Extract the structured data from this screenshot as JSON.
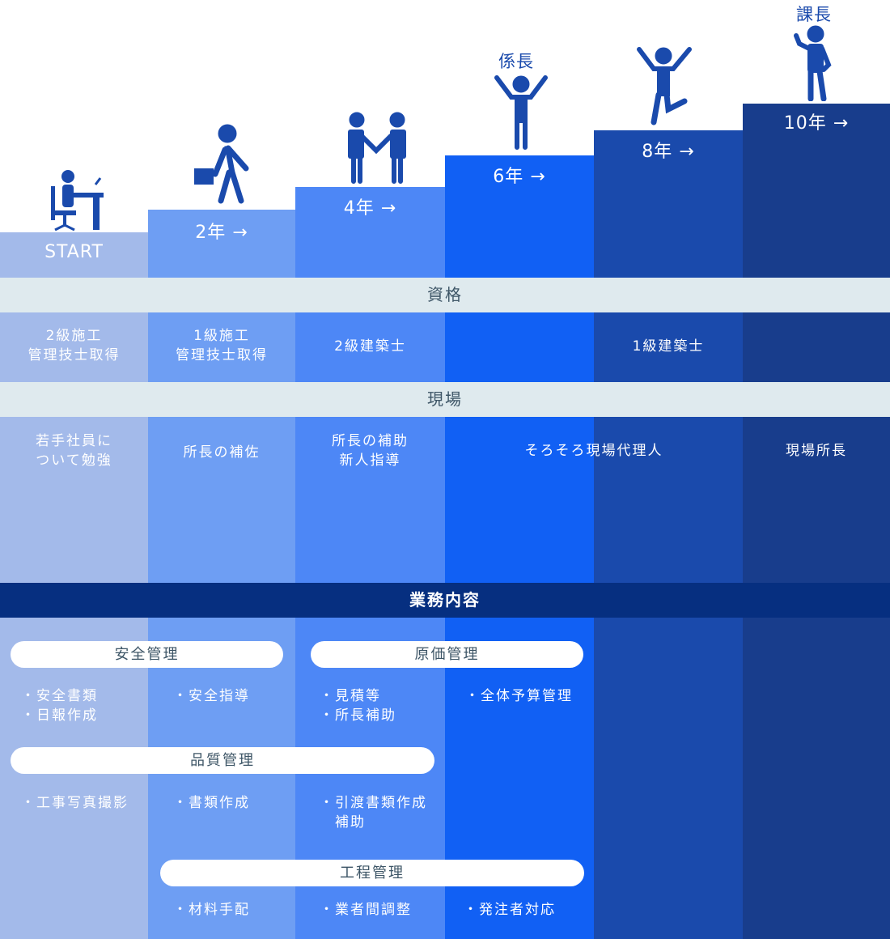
{
  "steps": [
    {
      "label": "START"
    },
    {
      "label": "2年 →"
    },
    {
      "label": "4年 →"
    },
    {
      "label": "6年 →",
      "title": "係長"
    },
    {
      "label": "8年 →"
    },
    {
      "label": "10年 →",
      "title": "課長"
    }
  ],
  "bands": {
    "qualifications": "資格",
    "field": "現場",
    "duties": "業務内容"
  },
  "qualifications": [
    "2級施工\n管理技士取得",
    "1級施工\n管理技士取得",
    "2級建築士",
    "",
    "1級建築士",
    ""
  ],
  "field": [
    "若手社員に\nついて勉強",
    "所長の補佐",
    "所長の補助\n新人指導",
    "そろそろ現場代理人",
    "現場所長"
  ],
  "duties": {
    "categories": [
      "安全管理",
      "原価管理",
      "品質管理",
      "工程管理"
    ],
    "tasks": {
      "safety": [
        "・安全書類\n・日報作成",
        "・安全指導"
      ],
      "cost": [
        "・見積等\n・所長補助",
        "・全体予算管理"
      ],
      "quality": [
        "・工事写真撮影",
        "・書類作成",
        "・引渡書類作成\n　補助"
      ],
      "schedule": [
        "・材料手配",
        "・業者間調整",
        "・発注者対応"
      ]
    }
  },
  "colors": {
    "c0": "#a3baea",
    "c1": "#6e9ef3",
    "c2": "#4d87f6",
    "c3": "#1160f4",
    "c4": "#1a4aac",
    "c5": "#183d8c",
    "figure": "#1a4aac"
  }
}
